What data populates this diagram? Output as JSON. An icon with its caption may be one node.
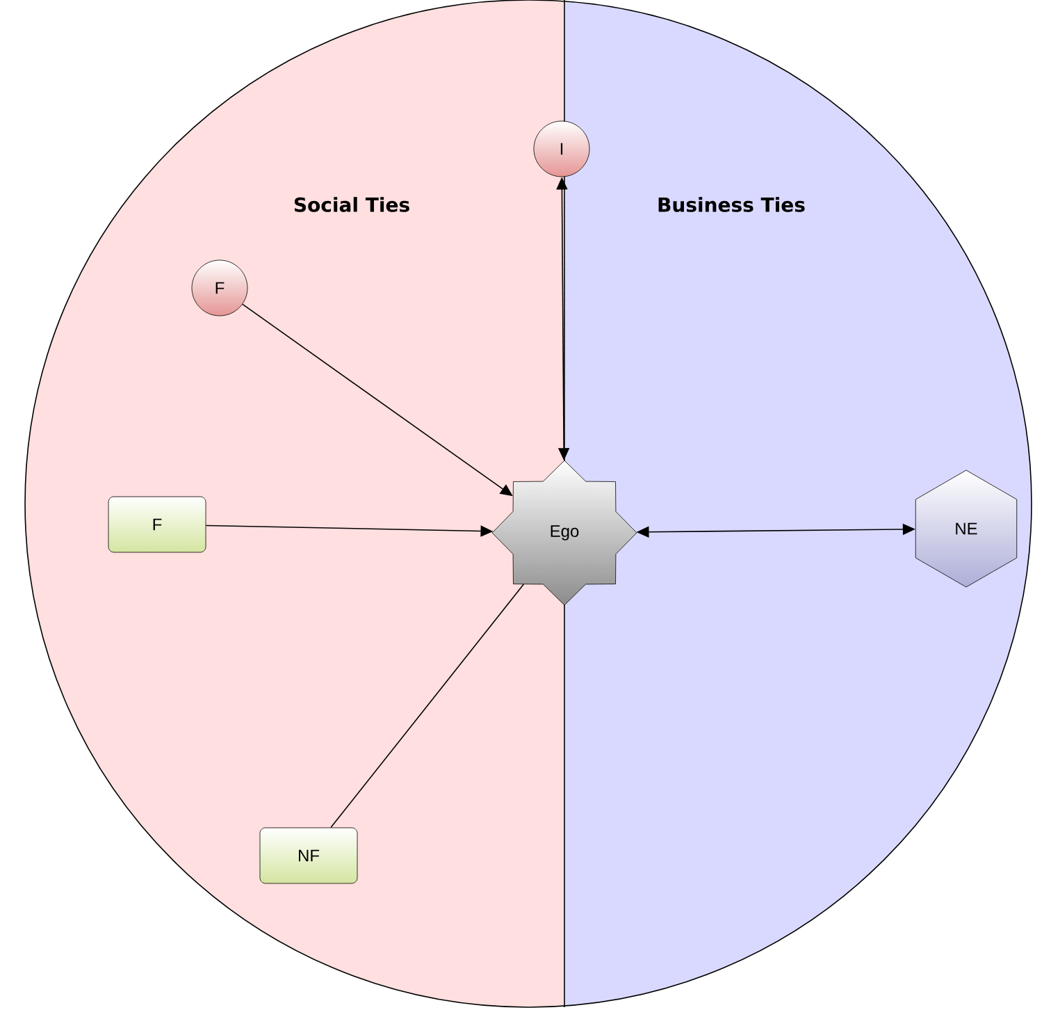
{
  "diagram": {
    "nodes": [
      {
        "text": [
          "Social Ties"
        ]
      },
      {
        "text": [
          "Business Ties"
        ]
      },
      {
        "text": [
          "I"
        ]
      },
      {
        "text": [
          "F"
        ],
        "in": 0
      },
      {
        "text": [
          "F"
        ],
        "in": 0
      },
      {
        "text": [
          "Ego"
        ]
      },
      {
        "text": [
          "NE"
        ],
        "in": 1
      },
      {
        "text": [
          "NF"
        ],
        "in": 0
      }
    ],
    "edges": [
      {
        "from": 5,
        "to": 2,
        "arrow": "both"
      },
      {
        "from": 3,
        "to": 5,
        "arrow": "to"
      },
      {
        "from": 4,
        "to": 5,
        "arrow": "to"
      },
      {
        "from": 5,
        "to": 6,
        "arrow": "both"
      },
      {
        "from": 7,
        "to": 5,
        "arrow": "none"
      }
    ]
  }
}
